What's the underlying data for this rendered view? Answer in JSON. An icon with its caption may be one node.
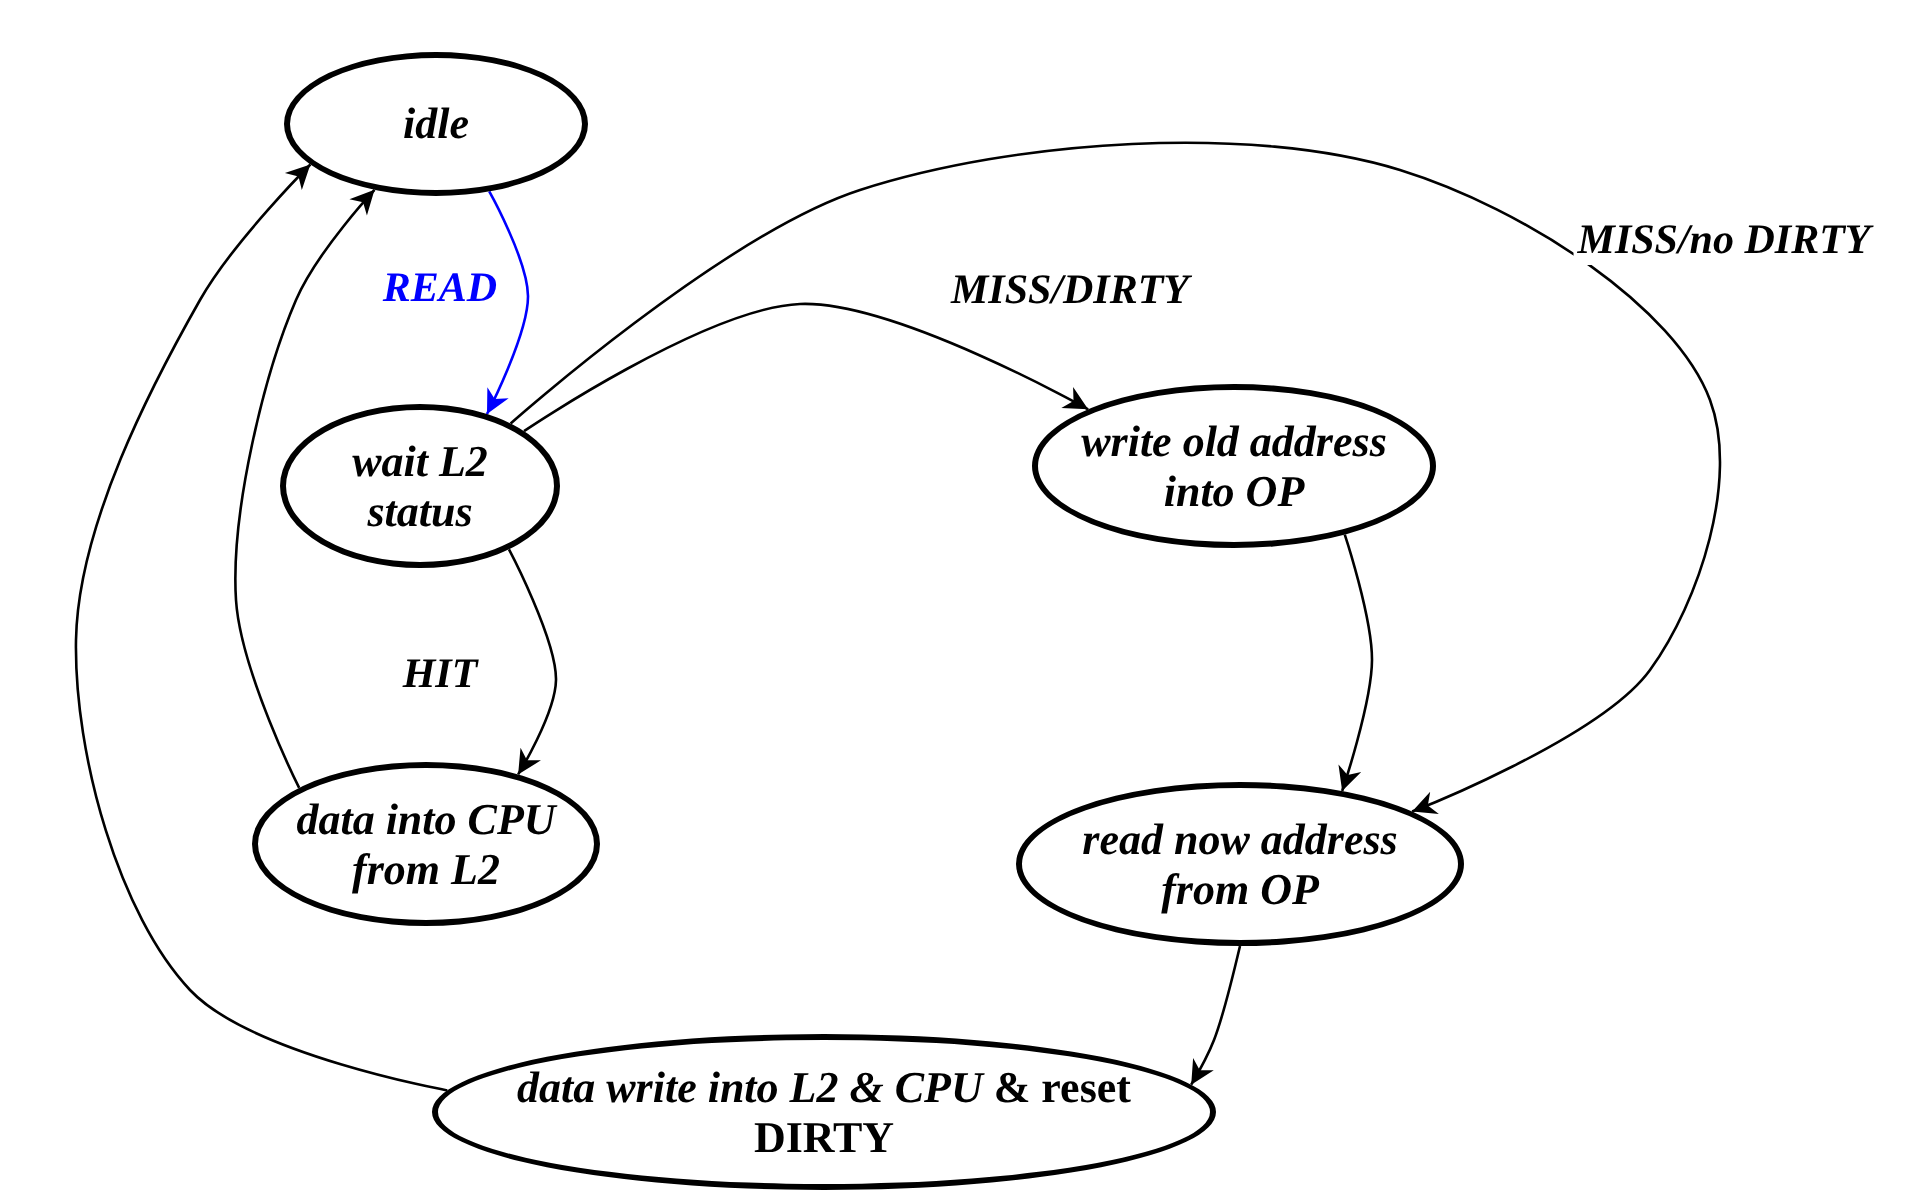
{
  "diagram": {
    "nodes": [
      {
        "text": [
          "idle"
        ]
      },
      {
        "text": [
          "wait L2 status"
        ]
      },
      {
        "text": [
          "write old address into OP"
        ]
      },
      {
        "text": [
          "data into CPU from L2"
        ]
      },
      {
        "text": [
          "read now address from OP"
        ]
      },
      {
        "text": [
          "*data write into L2 & CPU* & reset DIRTY"
        ]
      }
    ],
    "edges": [
      {
        "from": 0,
        "to": 1,
        "arrow": "to",
        "label": "READ",
        "color": "#0000ff"
      },
      {
        "from": 1,
        "to": 2,
        "arrow": "to",
        "label": "MISS/DIRTY"
      },
      {
        "from": 1,
        "to": 4,
        "arrow": "to",
        "label": "MISS/no DIRTY"
      },
      {
        "from": 1,
        "to": 3,
        "arrow": "to",
        "label": "HIT"
      },
      {
        "from": 3,
        "to": 0,
        "arrow": "to"
      },
      {
        "from": 2,
        "to": 4,
        "arrow": "to"
      },
      {
        "from": 4,
        "to": 5,
        "arrow": "to"
      },
      {
        "from": 5,
        "to": 0,
        "arrow": "to"
      }
    ]
  }
}
